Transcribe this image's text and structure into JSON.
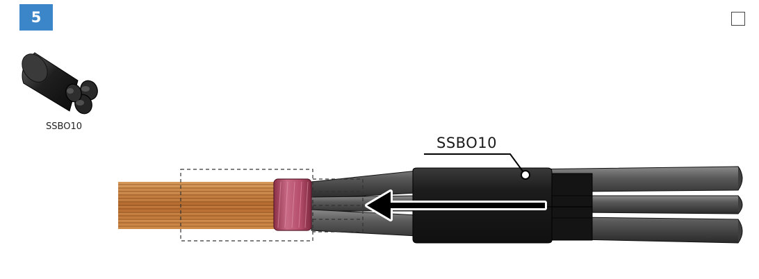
{
  "step": {
    "number": "5"
  },
  "part": {
    "code": "SSBO10"
  },
  "callout": {
    "label": "SSBO10"
  },
  "checkbox": {
    "checked": false
  },
  "colors": {
    "badge": "#3b86c8",
    "copper": "#c07838",
    "tape": "#b85570",
    "cable": "#4a4a4a",
    "breakout_boot": "#1b1b1b"
  },
  "icons": {
    "arrow": "left-arrow-icon",
    "part": "breakout-boot-icon"
  }
}
